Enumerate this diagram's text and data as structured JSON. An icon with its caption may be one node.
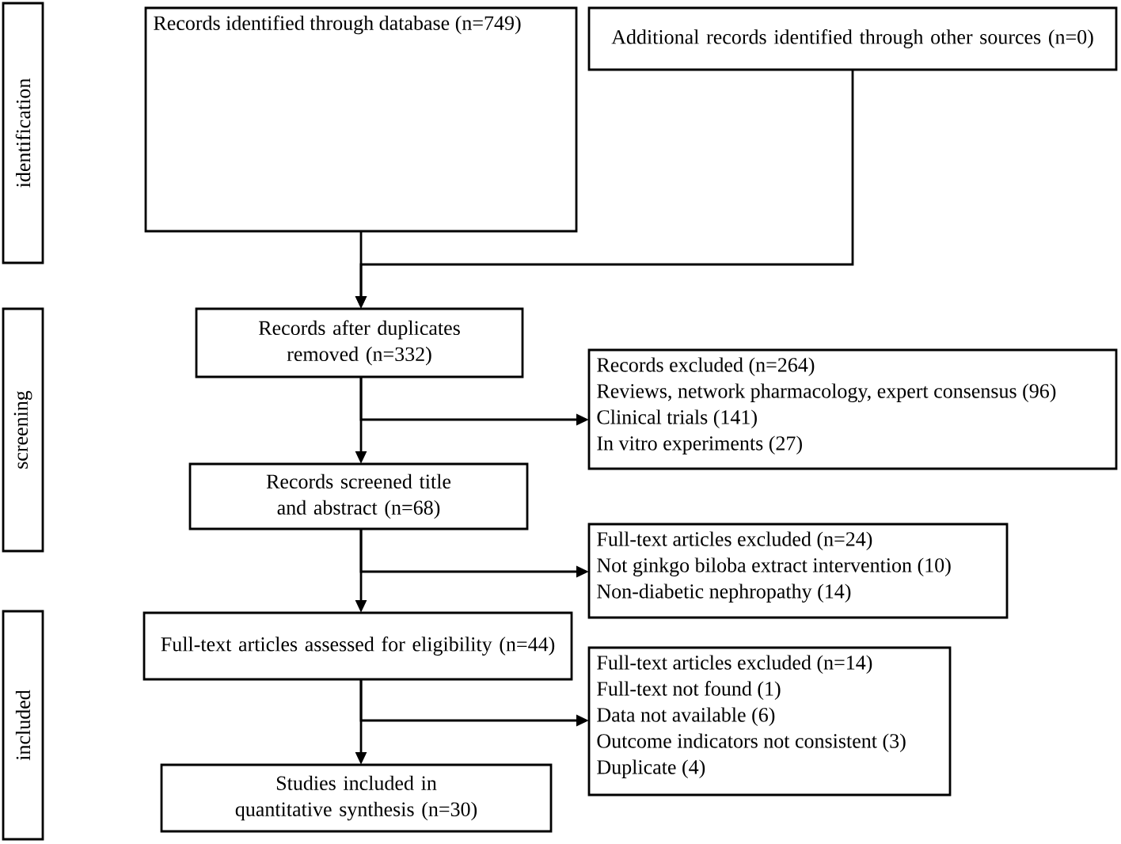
{
  "diagram": {
    "nodes": [
      {
        "text": [
          "identification"
        ]
      },
      {
        "text": [
          "screening"
        ]
      },
      {
        "text": [
          "included"
        ]
      },
      {
        "text": [
          "Records identified through database (n=749)"
        ]
      },
      {
        "text": [
          "Additional records identified through other sources (n=0)"
        ]
      },
      {
        "text": [
          "Records after duplicates removed (n=332)"
        ]
      },
      {
        "text": [
          "Records excluded (n=264)",
          "Reviews, network pharmacology, expert consensus (96)",
          "Clinical trials (141)",
          "In vitro experiments (27)"
        ]
      },
      {
        "text": [
          "Records screened title and abstract (n=68)"
        ]
      },
      {
        "text": [
          "Full-text articles excluded (n=24)",
          "Not ginkgo biloba extract intervention (10)",
          "Non-diabetic nephropathy (14)"
        ]
      },
      {
        "text": [
          "Full-text articles assessed for eligibility (n=44)"
        ]
      },
      {
        "text": [
          "Full-text articles excluded (n=14)",
          "Full-text not found (1)",
          "Data not available (6)",
          "Outcome indicators not consistent (3)",
          "Duplicate (4)"
        ]
      },
      {
        "text": [
          "Studies included in quantitative synthesis (n=30)"
        ]
      }
    ],
    "edges": [
      {
        "from": 3,
        "to": 5,
        "arrow": "to"
      },
      {
        "from": 4,
        "to": 5,
        "arrow": "to"
      },
      {
        "from": 5,
        "to": 7,
        "arrow": "to"
      },
      {
        "from": 5,
        "to": 6,
        "arrow": "to"
      },
      {
        "from": 7,
        "to": 9,
        "arrow": "to"
      },
      {
        "from": 7,
        "to": 8,
        "arrow": "to"
      },
      {
        "from": 9,
        "to": 11,
        "arrow": "to"
      },
      {
        "from": 9,
        "to": 10,
        "arrow": "to"
      }
    ]
  }
}
